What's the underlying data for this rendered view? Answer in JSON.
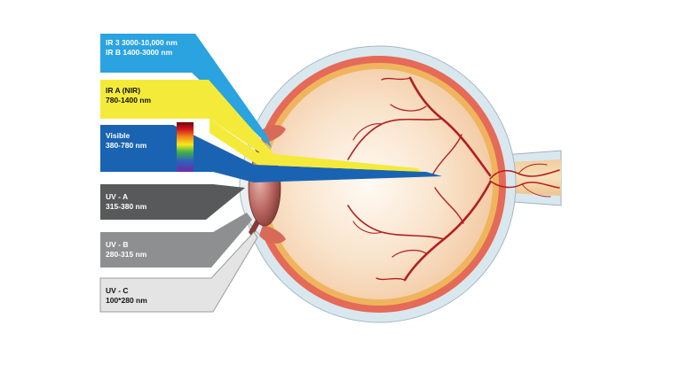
{
  "bands": [
    {
      "id": "ir-b-c",
      "line1": "IR 3 3000-10,000 nm",
      "line2": "IR B 1400-3000 nm",
      "color": "#2aa3e0"
    },
    {
      "id": "ir-a",
      "line1": "IR A (NIR)",
      "line2": "780-1400 nm",
      "color": "#f4ea3a"
    },
    {
      "id": "visible",
      "line1": "Visible",
      "line2": "380-780 nm",
      "color": "#1a63b2"
    },
    {
      "id": "uv-a",
      "line1": "UV - A",
      "line2": "315-380 nm",
      "color": "#58595b"
    },
    {
      "id": "uv-b",
      "line1": "UV - B",
      "line2": "280-315 nm",
      "color": "#8e8f91"
    },
    {
      "id": "uv-c",
      "line1": "UV - C",
      "line2": "100*280 nm",
      "color": "#e4e4e4"
    }
  ],
  "colors": {
    "sclera": "#d9e7ef",
    "choroid": "#e56a57",
    "retina": "#efb55e",
    "vitreous": "#f7d8b7",
    "vessel": "#b21f1f",
    "lens": "#b86a64",
    "cornea": "#e8eef2"
  }
}
